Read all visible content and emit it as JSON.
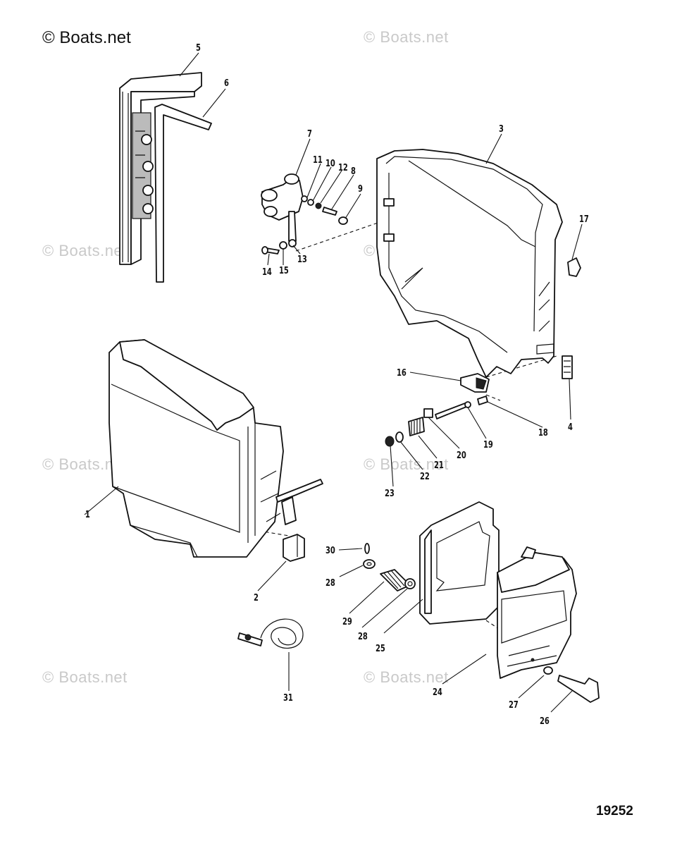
{
  "copyright": "© Boats.net",
  "watermark": "© Boats.net",
  "diagram_id": "19252",
  "callouts": [
    "1",
    "2",
    "3",
    "4",
    "5",
    "6",
    "7",
    "8",
    "9",
    "10",
    "11",
    "12",
    "13",
    "14",
    "15",
    "16",
    "17",
    "18",
    "19",
    "20",
    "21",
    "22",
    "23",
    "24",
    "25",
    "26",
    "27",
    "28",
    "28",
    "29",
    "30",
    "31"
  ]
}
